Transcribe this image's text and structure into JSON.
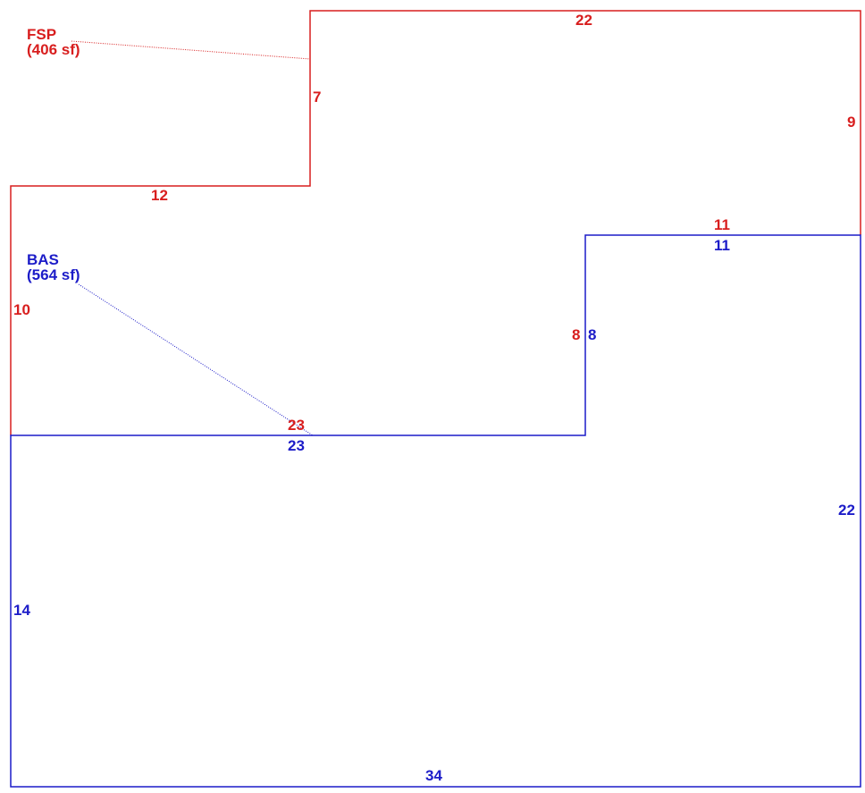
{
  "colors": {
    "fsp": "#d81e1e",
    "bas": "#1c1cc8",
    "background": "#ffffff"
  },
  "areas": {
    "fsp": {
      "name": "FSP",
      "area": "(406 sf)"
    },
    "bas": {
      "name": "BAS",
      "area": "(564 sf)"
    }
  },
  "dimensions": {
    "fsp": {
      "top": "22",
      "right": "9",
      "notch_left": "7",
      "left_upper_top": "12",
      "left": "10",
      "shared_bottom": "23",
      "shared_step": "8",
      "shared_top": "11"
    },
    "bas": {
      "top": "23",
      "step": "8",
      "upper_top": "11",
      "right": "22",
      "left": "14",
      "bottom": "34"
    }
  }
}
